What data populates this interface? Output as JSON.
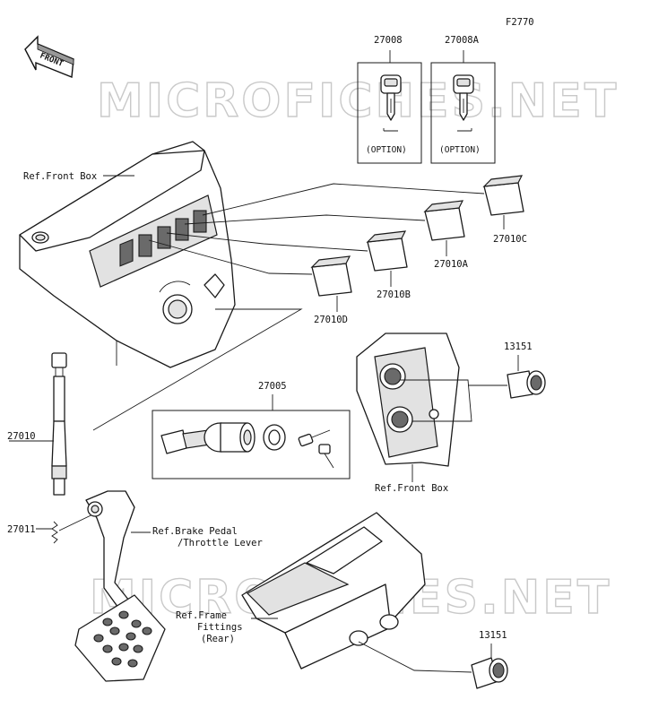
{
  "figure_id": "F2770",
  "front_label": "FRONT",
  "watermark": "MICROFICHES.NET",
  "parts": {
    "key_1": "27008",
    "key_2": "27008A",
    "switch_c": "27010C",
    "switch_a": "27010A",
    "switch_b": "27010B",
    "switch_d": "27010D",
    "ignition": "27005",
    "socket_top": "13151",
    "socket_bottom": "13151",
    "switch_sensor": "27010",
    "spring": "27011"
  },
  "option_labels": {
    "key_1": "(OPTION)",
    "key_2": "(OPTION)"
  },
  "references": {
    "front_box_top": "Ref.Front Box",
    "front_box_right": "Ref.Front Box",
    "brake_pedal_line1": "Ref.Brake Pedal",
    "brake_pedal_line2": "/Throttle Lever",
    "frame_line1": "Ref.Frame",
    "frame_line2": "Fittings",
    "frame_line3": "(Rear)"
  }
}
